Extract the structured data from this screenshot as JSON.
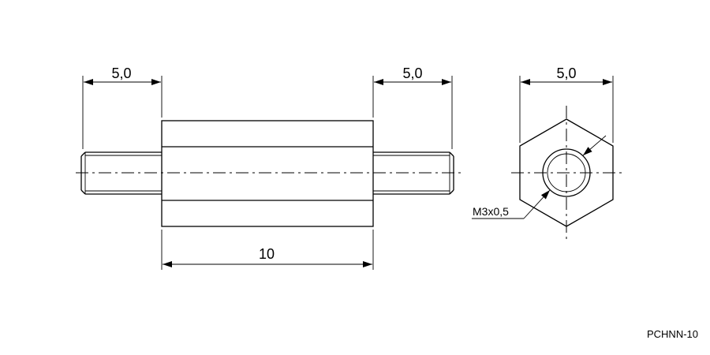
{
  "drawing": {
    "side_view": {
      "dim_left_thread": "5,0",
      "dim_right_thread": "5,0",
      "dim_body_length": "10"
    },
    "end_view": {
      "dim_hex_width": "5,0",
      "thread_callout": "M3x0,5"
    },
    "part_code": "PCHNN-10"
  }
}
